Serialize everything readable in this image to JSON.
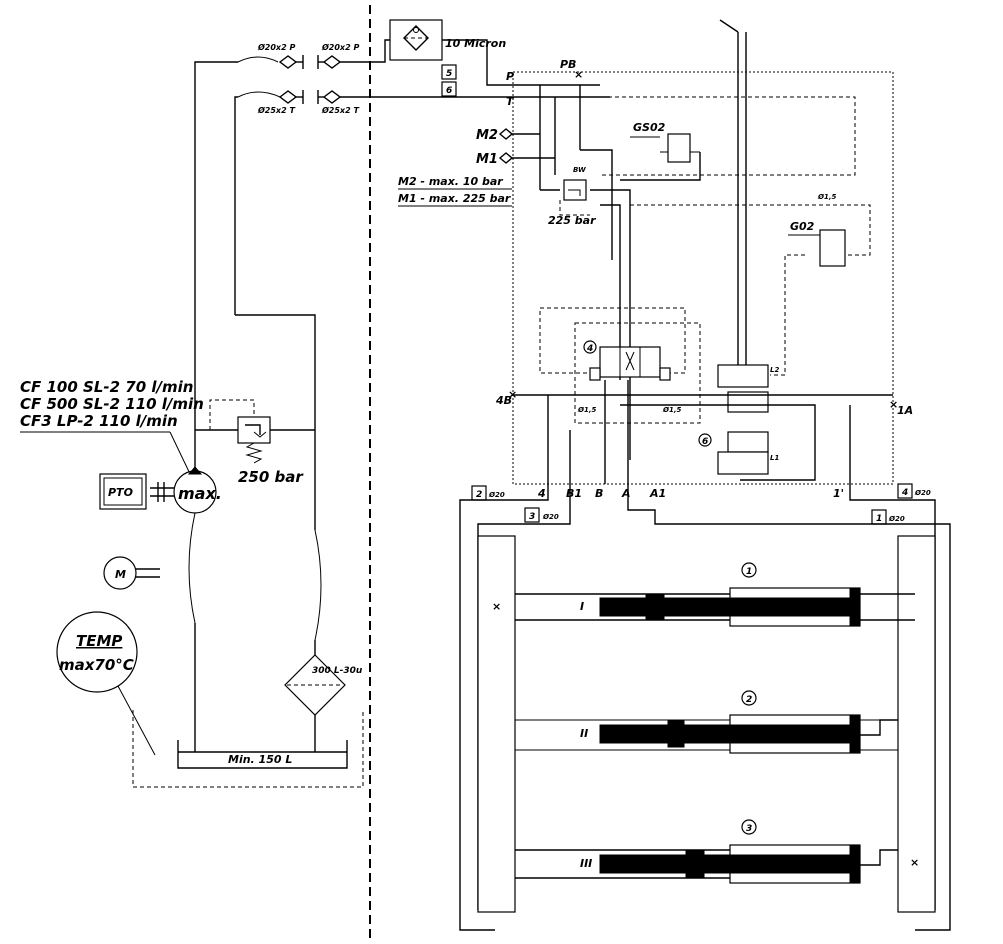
{
  "pump": {
    "spec_lines": [
      "CF 100 SL-2  70 l/min",
      "CF 500 SL-2 110 l/min",
      "CF3 LP-2 110 l/min"
    ],
    "label": "max.",
    "pto_label": "PTO",
    "motor_label": "M"
  },
  "relief_valve": {
    "pressure": "250 bar"
  },
  "tank": {
    "temp_title": "TEMP",
    "temp_max": "max70°C",
    "min_level": "Min.  150  L",
    "return_filter": "300 L-30u"
  },
  "couplings": {
    "p_left": "Ø20x2 P",
    "p_right": "Ø20x2 P",
    "t_left": "Ø25x2 T",
    "t_right": "Ø25x2 T"
  },
  "filter": {
    "label": "10 Micron",
    "tag_5": "5",
    "tag_6": "6"
  },
  "block": {
    "port_p": "P",
    "port_t": "T",
    "port_pb": "PB",
    "m2": "M2",
    "m1": "M1",
    "m2_note": "M2 - max.  10 bar",
    "m1_note": "M1 - max. 225 bar",
    "relief_225": "225 bar",
    "gs02": "GS02",
    "g02": "G02",
    "orifice_top": "Ø1,5",
    "orifice_left": "Ø1,5",
    "orifice_right": "Ø1,5",
    "valve_4": "4",
    "valve_6": "6",
    "port_4b": "4B",
    "port_1a": "1A",
    "bottom_ports": [
      "4",
      "B1",
      "B",
      "A",
      "A1",
      "1'"
    ],
    "relay_l2": "L2",
    "relay_l1": "L1",
    "bw_label": "BW"
  },
  "hoses": {
    "tag2": "2",
    "tag3": "3",
    "tag4": "4",
    "tag1": "1",
    "size": "Ø20"
  },
  "cylinders": {
    "num1": "1",
    "num2": "2",
    "num3": "3",
    "rod1": "I",
    "rod2": "II",
    "rod3": "III"
  }
}
